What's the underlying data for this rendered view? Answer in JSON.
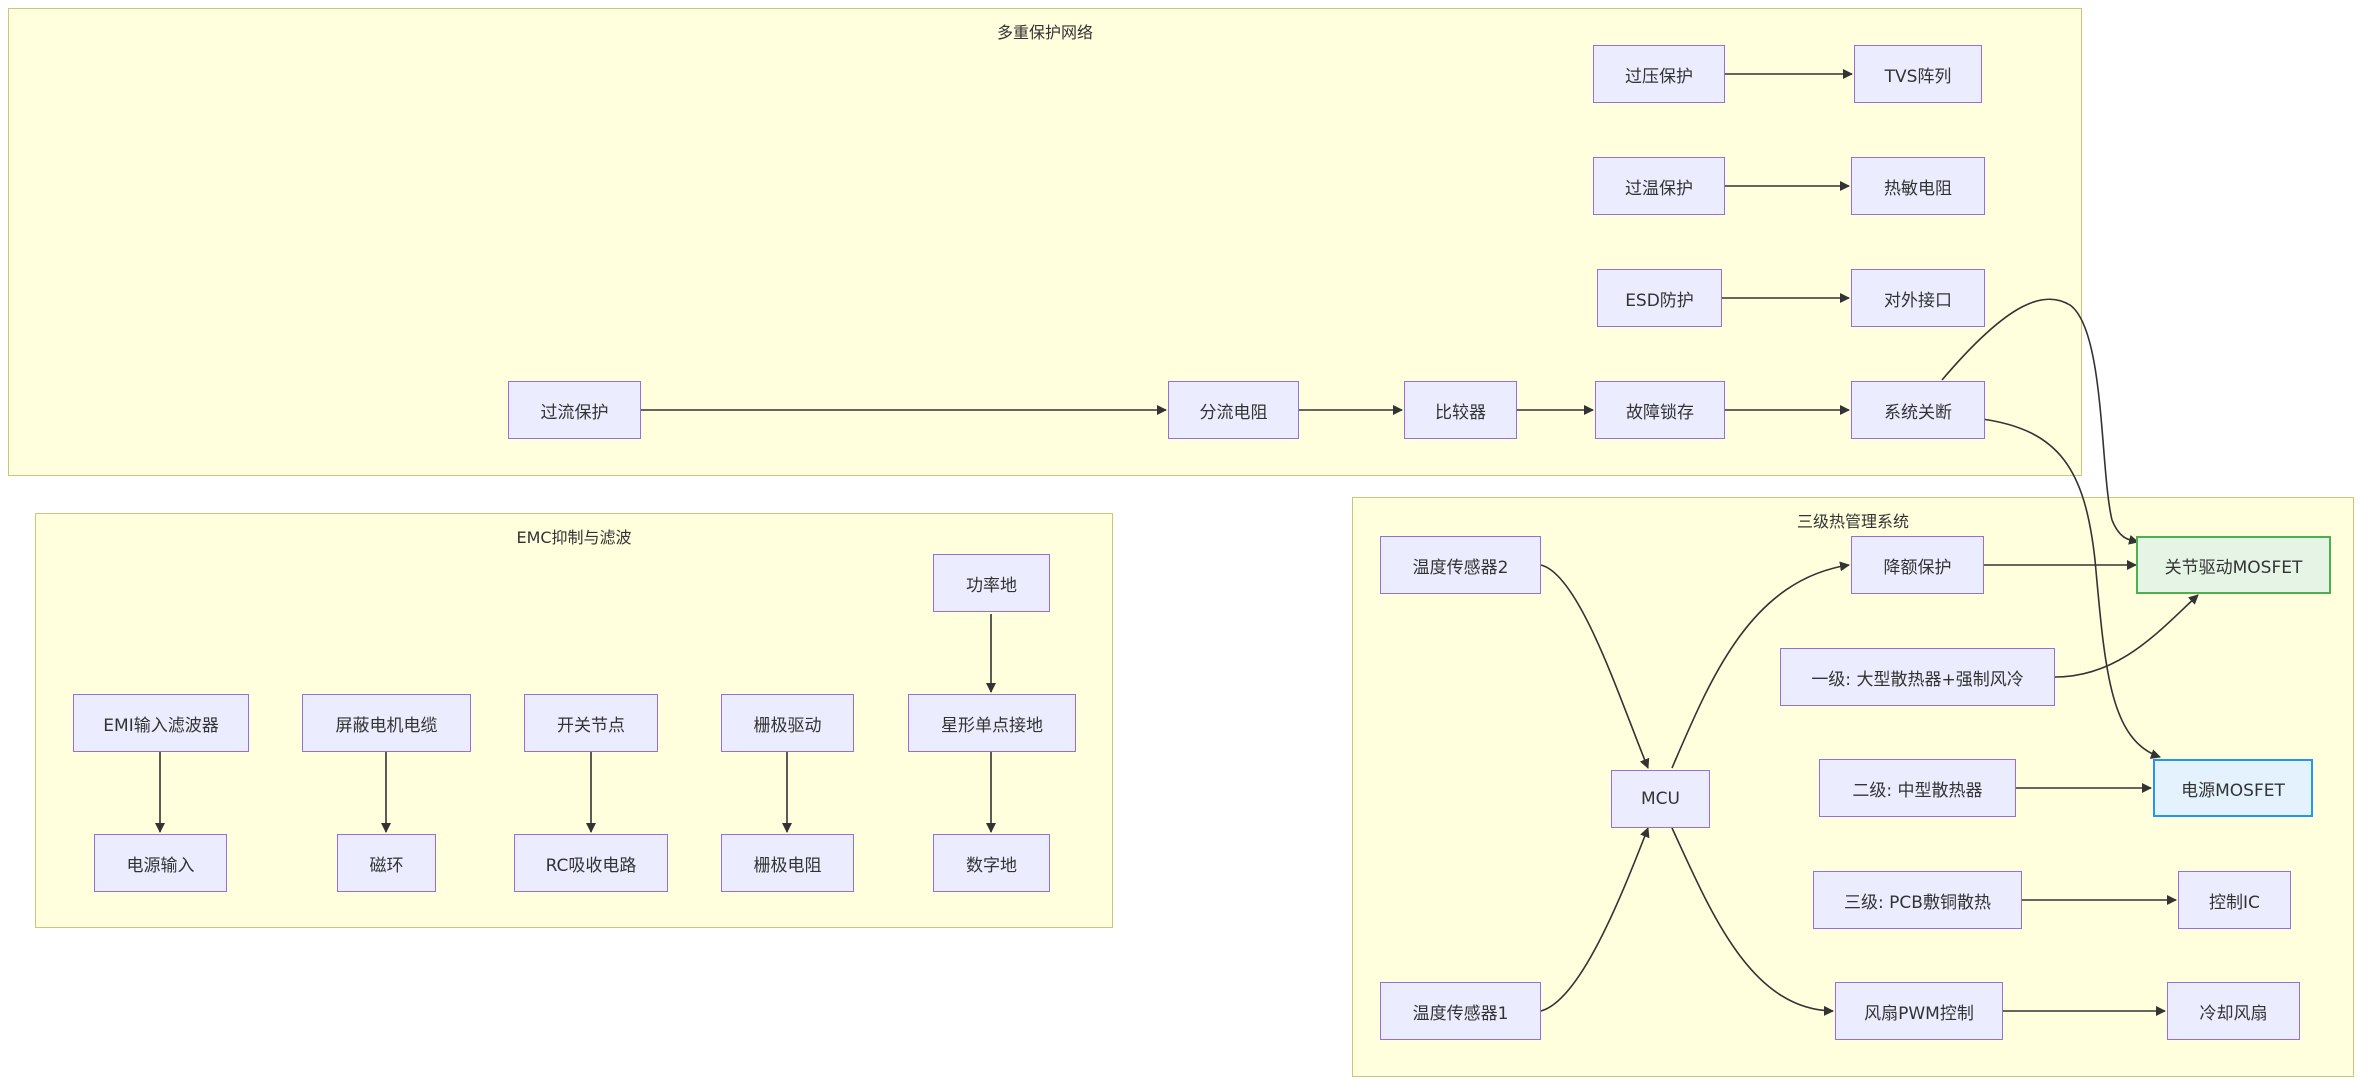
{
  "clusters": {
    "protection": "多重保护网络",
    "emc": "EMC抑制与滤波",
    "thermal": "三级热管理系统"
  },
  "nodes": {
    "overvoltage": "过压保护",
    "tvs": "TVS阵列",
    "overtemp": "过温保护",
    "thermistor": "热敏电阻",
    "esd": "ESD防护",
    "ext_if": "对外接口",
    "overcurrent": "过流保护",
    "shunt": "分流电阻",
    "comparator": "比较器",
    "fault_latch": "故障锁存",
    "shutdown": "系统关断",
    "emi_filter": "EMI输入滤波器",
    "power_in": "电源输入",
    "shielded_cable": "屏蔽电机电缆",
    "ferrite": "磁环",
    "switch_node": "开关节点",
    "rc_snubber": "RC吸收电路",
    "gate_drive": "栅极驱动",
    "gate_res": "栅极电阻",
    "power_gnd": "功率地",
    "star_gnd": "星形单点接地",
    "digital_gnd": "数字地",
    "temp2": "温度传感器2",
    "temp1": "温度传感器1",
    "mcu": "MCU",
    "derating": "降额保护",
    "joint_mosfet": "关节驱动MOSFET",
    "level1": "一级: 大型散热器+强制风冷",
    "level2": "二级: 中型散热器",
    "power_mosfet": "电源MOSFET",
    "level3": "三级: PCB敷铜散热",
    "ctrl_ic": "控制IC",
    "fan_pwm": "风扇PWM控制",
    "fan": "冷却风扇"
  },
  "colors": {
    "cluster_fill": "#ffffde",
    "cluster_border": "#c8c87a",
    "node_fill": "#ececff",
    "node_border": "#9370db",
    "highlight_green": "#4caf50",
    "highlight_blue": "#2196f3",
    "edge": "#333333"
  }
}
